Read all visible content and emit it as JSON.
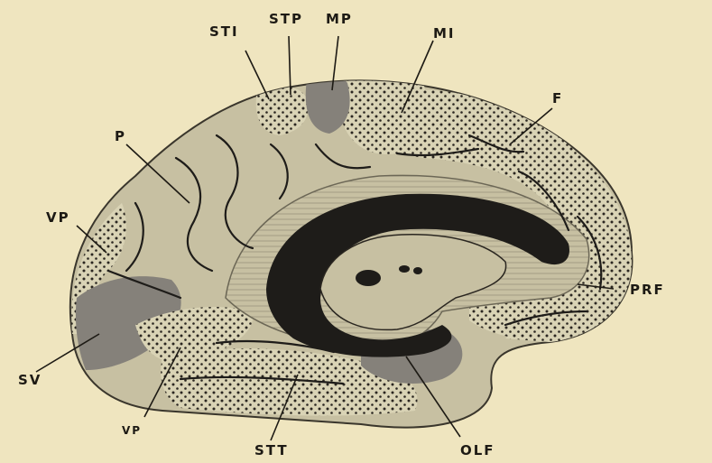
{
  "labels": {
    "sti": "STI",
    "stp": "STP",
    "mp": "MP",
    "mi": "MI",
    "f": "F",
    "p": "P",
    "vp_upper": "VP",
    "prf": "PRF",
    "sv": "SV",
    "vp_lower": "VP",
    "stt": "STT",
    "olf": "OLF"
  },
  "colors": {
    "paper": "#efe5bf",
    "cortex": "#c7c0a2",
    "dark_region": "#85817a",
    "callosum": "#1e1c19",
    "ink": "#1d1a14"
  }
}
